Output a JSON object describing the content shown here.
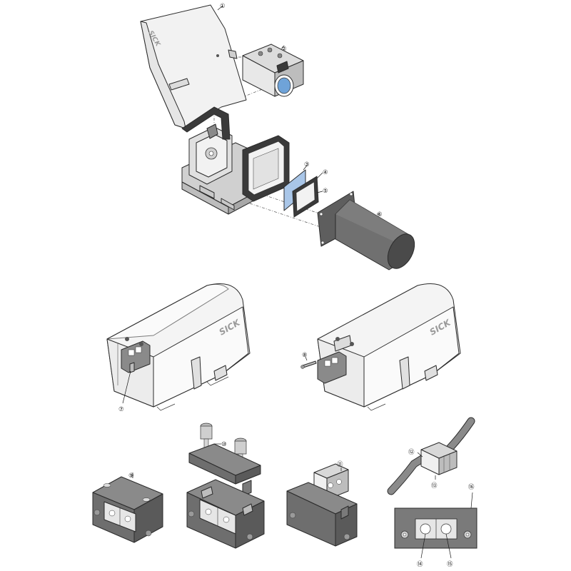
{
  "diagram": {
    "callouts": [
      {
        "id": "c1",
        "label": "①"
      },
      {
        "id": "c2",
        "label": "②"
      },
      {
        "id": "c3",
        "label": "③"
      },
      {
        "id": "c4",
        "label": "④"
      },
      {
        "id": "c5",
        "label": "⑤"
      },
      {
        "id": "c6",
        "label": "⑥"
      },
      {
        "id": "c7",
        "label": "⑦"
      },
      {
        "id": "c8",
        "label": "⑧"
      },
      {
        "id": "c9",
        "label": "⑨"
      },
      {
        "id": "c10",
        "label": "⑩"
      },
      {
        "id": "c11",
        "label": "⑪"
      },
      {
        "id": "c12",
        "label": "⑫"
      },
      {
        "id": "c13",
        "label": "⑬"
      },
      {
        "id": "c14",
        "label": "⑭"
      },
      {
        "id": "c15",
        "label": "⑮"
      },
      {
        "id": "c16",
        "label": "⑯"
      }
    ],
    "logos": {
      "hood_top": "SICK",
      "housing_left": "SICK",
      "housing_right": "SICK"
    },
    "colors": {
      "line": "#2b2b2b",
      "housing_fill": "#f4f4f4",
      "dark_part": "#6e6e6e",
      "mid_part": "#9a9a9a",
      "light_part": "#d9d9d9",
      "glass": "#a9c6e8",
      "lens": "#6fa3d8"
    }
  }
}
